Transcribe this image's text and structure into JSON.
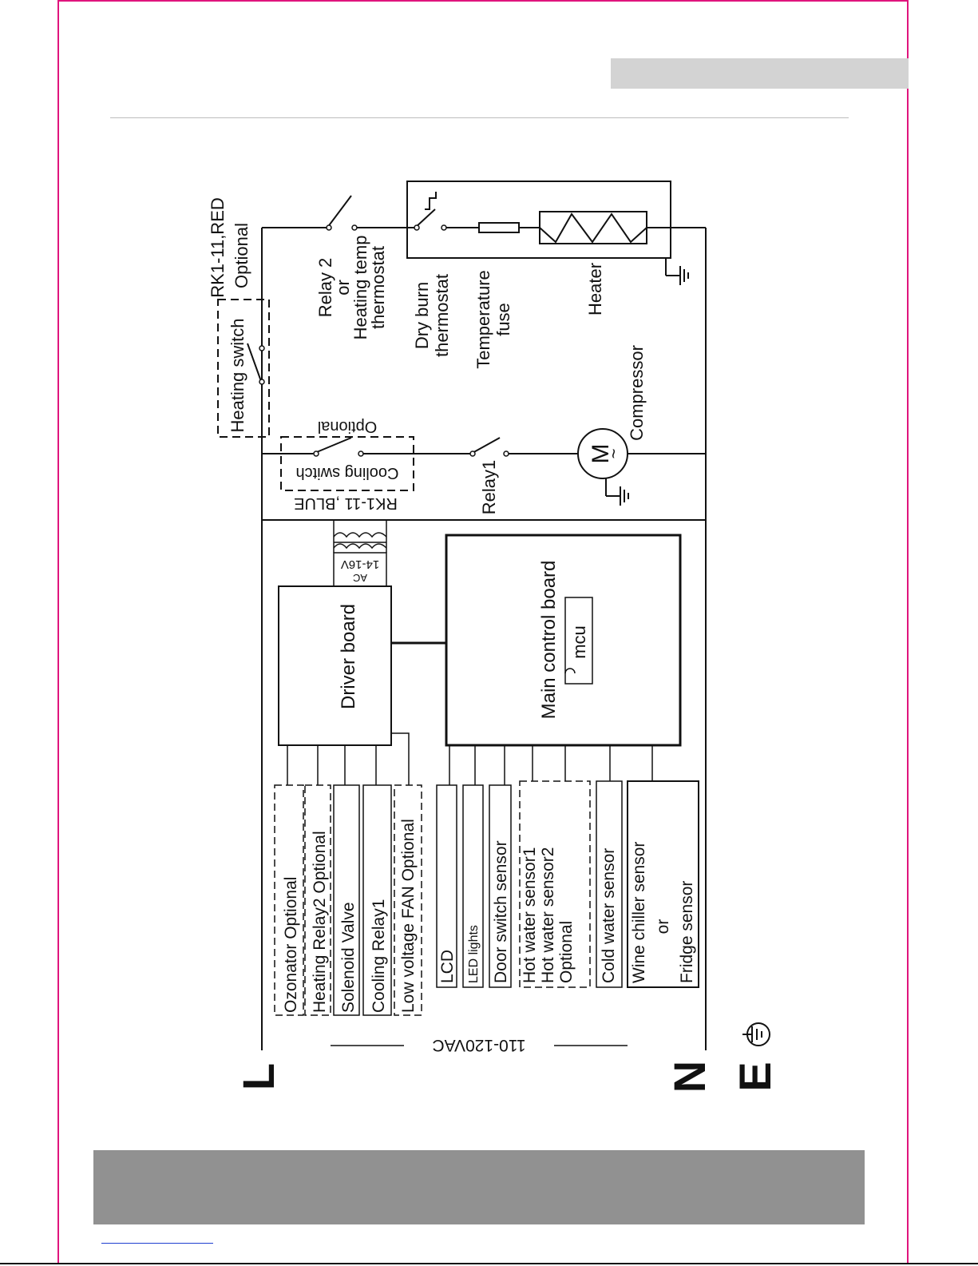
{
  "diagram": {
    "terminals": {
      "line": "L",
      "neutral": "N",
      "earth": "E"
    },
    "supply_voltage": "110-120VAC",
    "heating_branch": {
      "switch_tag": "RK1-11,RED",
      "optional": "Optional",
      "switch": "Heating switch",
      "relay": [
        "Relay 2",
        "or",
        "Heating temp",
        "thermostat"
      ],
      "dry_burn": [
        "Dry burn",
        "thermostat"
      ],
      "fuse": [
        "Temperature",
        "fuse"
      ],
      "heater": "Heater"
    },
    "cooling_branch": {
      "switch_tag": "RK1-11 ,BLUE",
      "switch": "Cooling switch",
      "optional": "Optional",
      "relay": "Relay1",
      "motor_symbol": "M",
      "motor_tilde": "~",
      "compressor": "Compressor"
    },
    "transformer": {
      "voltage": "14-16V",
      "type": "AC"
    },
    "driver_board": "Driver board",
    "main_board": "Main control  board",
    "mcu": "mcu",
    "driver_outputs": [
      "Ozonator Optional",
      "Heating Relay2 Optional",
      "Solenoid Valve",
      "Cooling Relay1",
      "Low voltage FAN Optional"
    ],
    "main_inputs": [
      [
        "LCD"
      ],
      [
        "LED lights"
      ],
      [
        "Door switch sensor"
      ],
      [
        "Hot water sensor1",
        "Hot water sensor2",
        "Optional"
      ],
      [
        "Cold water sensor"
      ],
      [
        "Wine chiller sensor",
        "or",
        "Fridge sensor"
      ]
    ]
  }
}
